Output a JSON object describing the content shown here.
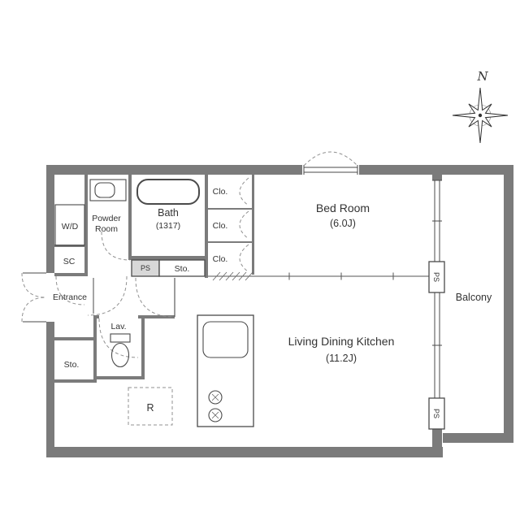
{
  "compass": {
    "north_label": "N"
  },
  "rooms": {
    "bedroom": {
      "name": "Bed Room",
      "size": "(6.0J)"
    },
    "ldk": {
      "name": "Living Dining Kitchen",
      "size": "(11.2J)"
    },
    "balcony": {
      "name": "Balcony"
    },
    "bath": {
      "name": "Bath",
      "size": "(1317)"
    },
    "powder": {
      "line1": "Powder",
      "line2": "Room"
    },
    "entrance": {
      "name": "Entrance"
    },
    "lavatory": {
      "name": "Lav."
    }
  },
  "storage": {
    "closet1": "Clo.",
    "closet2": "Clo.",
    "closet3": "Clo.",
    "shoe_closet": "SC",
    "storage_hall": "Sto.",
    "storage_lower": "Sto.",
    "washer_dryer": "W/D",
    "refrigerator": "R"
  },
  "utilities": {
    "pipe_space_hall": "PS",
    "pipe_space_balcony_1": "PS",
    "pipe_space_balcony_2": "PS"
  },
  "colors": {
    "wall": "#7b7b7b",
    "line": "#4a4a4a",
    "dash": "#909090",
    "text": "#333333"
  }
}
